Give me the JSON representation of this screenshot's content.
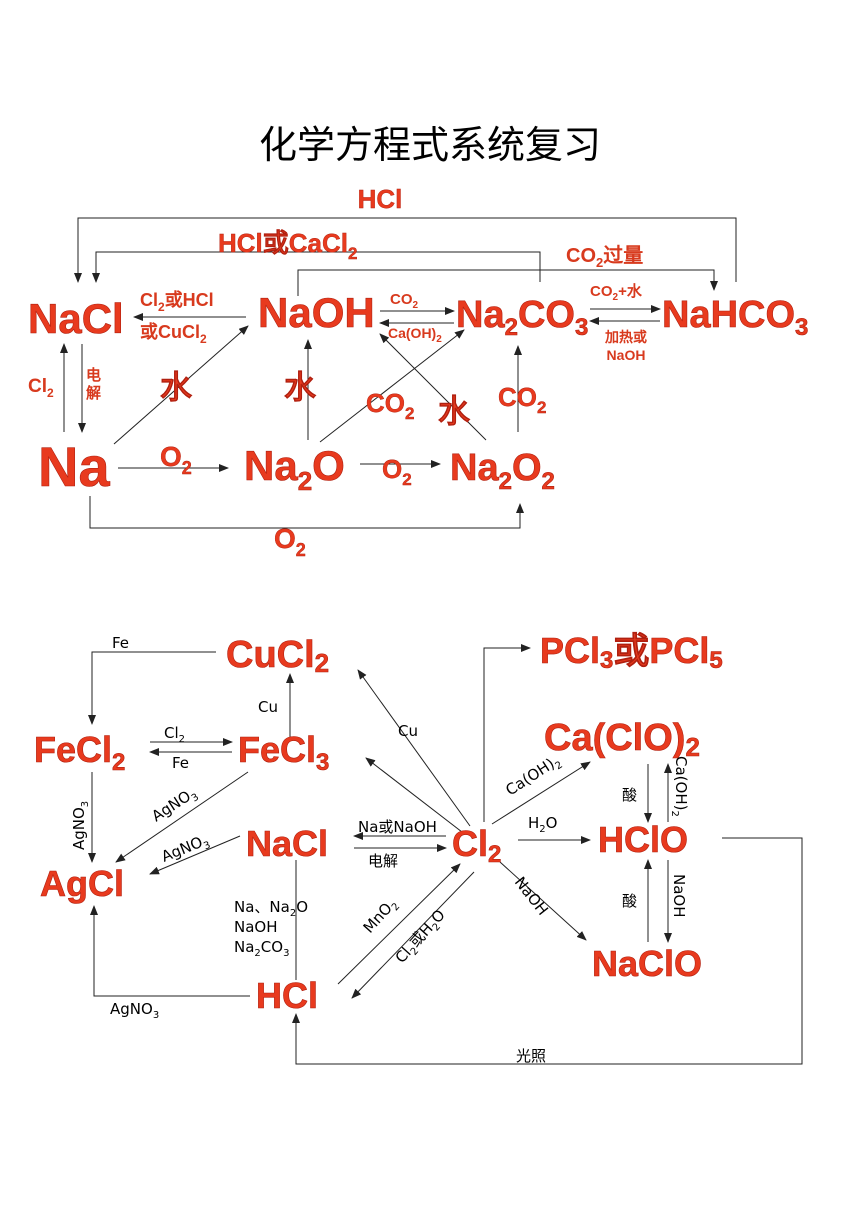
{
  "title": "化学方程式系统复习",
  "sodium": {
    "nodes": {
      "nacl": {
        "main": "NaCl"
      },
      "naoh": {
        "main": "NaOH"
      },
      "na2co3": {
        "a": "Na",
        "s1": "2",
        "b": "CO",
        "s2": "3"
      },
      "nahco3": {
        "main": "NaHCO",
        "s": "3"
      },
      "na": {
        "main": "Na"
      },
      "na2o": {
        "a": "Na",
        "s": "2",
        "b": "O"
      },
      "na2o2": {
        "a": "Na",
        "s1": "2",
        "b": "O",
        "s2": "2"
      }
    },
    "labels": {
      "hcl_top": "HCl",
      "hcl_or_cacl2": {
        "a": "HCl或CaCl",
        "s": "2"
      },
      "co2_excess": {
        "a": "CO",
        "s": "2",
        "b": "过量"
      },
      "cl2_or_hcl": {
        "a": "Cl",
        "s": "2",
        "b": "或HCl"
      },
      "or_cucl2": {
        "a": "或CuCl",
        "s": "2"
      },
      "co2_small": {
        "a": "CO",
        "s": "2"
      },
      "caoh2": {
        "a": "Ca(OH)",
        "s": "2"
      },
      "co2_water": {
        "a": "CO",
        "s": "2",
        "b": "+水"
      },
      "heat_or": "加热或",
      "naoh_small": "NaOH",
      "cl2_left": {
        "a": "Cl",
        "s": "2"
      },
      "dian": "电",
      "jie": "解",
      "water1": "水",
      "water2": "水",
      "water3": "水",
      "co2_mid": {
        "a": "CO",
        "s": "2"
      },
      "co2_right": {
        "a": "CO",
        "s": "2"
      },
      "o2_1": {
        "a": "O",
        "s": "2"
      },
      "o2_2": {
        "a": "O",
        "s": "2"
      },
      "o2_bottom": {
        "a": "O",
        "s": "2"
      }
    }
  },
  "chlorine": {
    "nodes": {
      "cucl2": {
        "a": "CuCl",
        "s": "2"
      },
      "pcl": {
        "a": "PCl",
        "s1": "3",
        "b": "或PCl",
        "s2": "5"
      },
      "fecl2": {
        "a": "FeCl",
        "s": "2"
      },
      "fecl3": {
        "a": "FeCl",
        "s": "3"
      },
      "caclo2": {
        "a": "Ca(ClO)",
        "s": "2"
      },
      "nacl": {
        "main": "NaCl"
      },
      "cl2": {
        "a": "Cl",
        "s": "2"
      },
      "hclo": {
        "main": "HClO"
      },
      "agcl": {
        "main": "AgCl"
      },
      "naclo": {
        "main": "NaClO"
      },
      "hcl": {
        "main": "HCl"
      }
    },
    "labels": {
      "fe_top": "Fe",
      "cu_left": "Cu",
      "cu_diag": "Cu",
      "cl2_small": {
        "a": "Cl",
        "s": "2"
      },
      "fe_small": "Fe",
      "agno3_v": {
        "a": "AgNO",
        "s": "3"
      },
      "agno3_d1": {
        "a": "AgNO",
        "s": "3"
      },
      "agno3_d2": {
        "a": "AgNO",
        "s": "3"
      },
      "agno3_bottom": {
        "a": "AgNO",
        "s": "3"
      },
      "na_or_naoh": "Na或NaOH",
      "electrolysis": "电解",
      "caoh2_diag": {
        "a": "Ca(OH)",
        "s": "2"
      },
      "h2o": {
        "a": "H",
        "s": "2",
        "b": "O"
      },
      "naoh_diag": "NaOH",
      "acid1": "酸",
      "acid2": "酸",
      "caoh2_v": {
        "a": "Ca(OH)",
        "s": "2"
      },
      "naoh_v": "NaOH",
      "na_na2o": {
        "a": "Na、Na",
        "s": "2",
        "b": "O"
      },
      "naoh_list": "NaOH",
      "na2co3_list": {
        "a": "Na",
        "s1": "2",
        "b": "CO",
        "s2": "3"
      },
      "mno2": {
        "a": "MnO",
        "s": "2"
      },
      "cl2_or_h2o": {
        "a": "Cl",
        "s1": "2",
        "b": "或H",
        "s2": "2",
        "c": "O"
      },
      "light": "光照"
    }
  }
}
